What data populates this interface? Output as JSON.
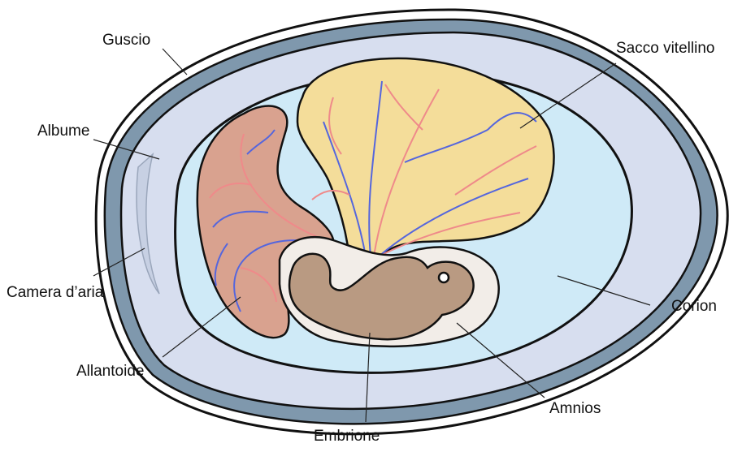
{
  "diagram": {
    "labels": {
      "guscio": "Guscio",
      "albume": "Albume",
      "camera_aria": "Camera d’aria",
      "allantoide": "Allantoide",
      "embrione": "Embrione",
      "amnios": "Amnios",
      "corion": "Corion",
      "sacco_vitellino": "Sacco vitellino"
    },
    "colors": {
      "shell_outer": "#ffffff",
      "shell_band": "#7f98ad",
      "albumen": "#d7deef",
      "chorion_fluid": "#cfeaf7",
      "yolk_sac": "#f4dd9a",
      "allantois": "#d9a28f",
      "embryo": "#b99a82",
      "amnion": "#f2ede8",
      "blue_vessel": "#5566dd",
      "red_vessel": "#ef8a8a"
    }
  }
}
